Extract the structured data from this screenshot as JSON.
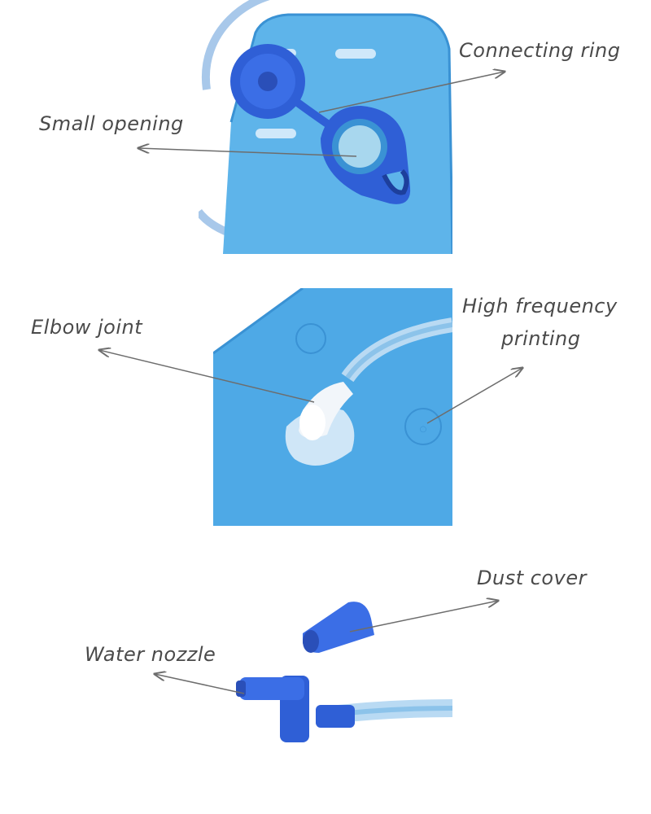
{
  "callouts": {
    "connecting_ring": "Connecting ring",
    "small_opening": "Small opening",
    "elbow_joint": "Elbow joint",
    "high_frequency_line1": "High frequency",
    "high_frequency_line2": "printing",
    "dust_cover": "Dust cover",
    "water_nozzle": "Water nozzle"
  },
  "colors": {
    "bladder_blue": "#5eb4ea",
    "bladder_dark": "#3a92d4",
    "cap_blue": "#2f5fd6",
    "tube": "#9ec7ea",
    "arrow": "#6d6d6d"
  }
}
